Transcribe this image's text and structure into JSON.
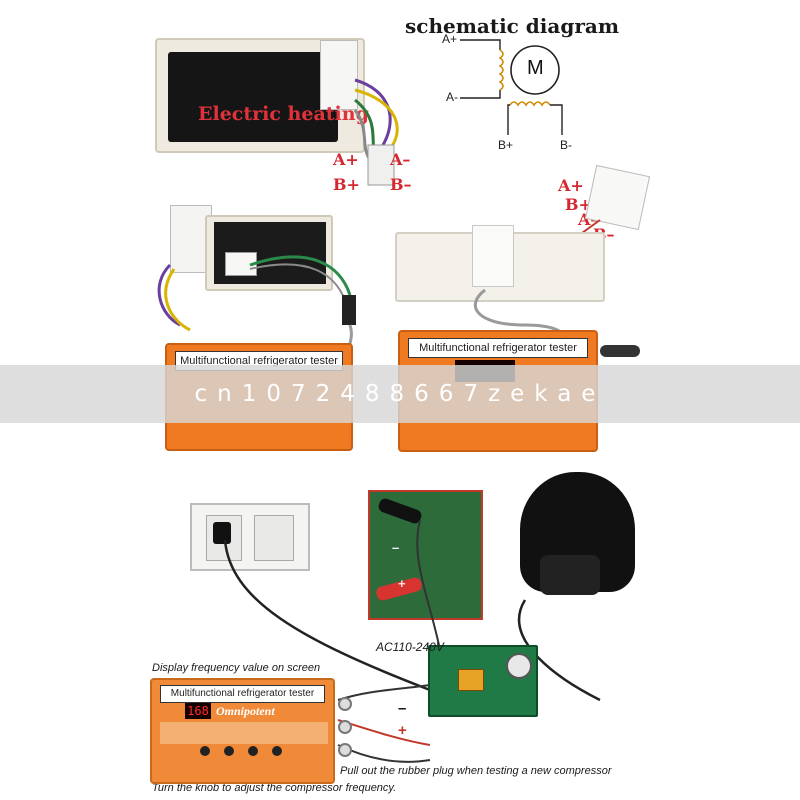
{
  "top": {
    "heater_label": "Electric heating",
    "pins": {
      "a_plus": "A+",
      "a_minus": "A–",
      "b_plus": "B+",
      "b_minus": "B–"
    }
  },
  "schematic": {
    "title": "schematic diagram",
    "motor_symbol": "M",
    "labels": {
      "a_plus": "A+",
      "a_minus": "A-",
      "b_plus": "B+",
      "b_minus": "B-"
    }
  },
  "middle": {
    "right_pins": {
      "a_plus": "A+",
      "b_plus": "B+",
      "a_minus": "A–",
      "b_minus": "B–"
    },
    "tester_title": "Multifunctional refrigerator tester",
    "tester_title_right": "Multifunctional refrigerator tester"
  },
  "watermark": {
    "band_text": "cn1072488667zekae"
  },
  "bottom": {
    "supply_label": "AC110-240V",
    "display_caption": "Display frequency value on screen",
    "plug_caption": "Pull out the rubber plug when testing a new compressor",
    "knob_caption": "Turn the knob to adjust the compressor frequency.",
    "tester_title": "Multifunctional refrigerator tester",
    "freq_value": "168",
    "brand": "Omnipotent",
    "minus": "–",
    "plus": "+"
  },
  "colors": {
    "tester_orange": "#f07a22",
    "label_red": "#e0323a",
    "board_green": "#1f7a45"
  }
}
